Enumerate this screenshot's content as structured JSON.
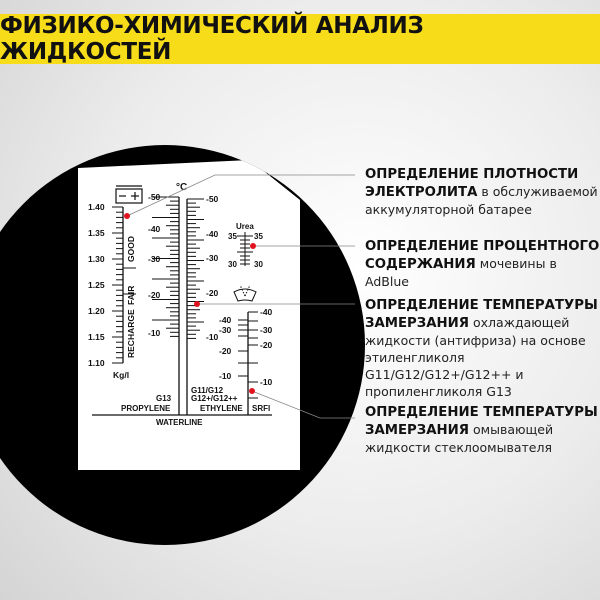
{
  "title": "ФИЗИКО-ХИМИЧЕСКИЙ АНАЛИЗ ЖИДКОСТЕЙ",
  "colors": {
    "banner": "#f7dc1a",
    "marker": "#e0141e",
    "ring": "#000000"
  },
  "scales": {
    "battery": {
      "labels": [
        "1.40",
        "1.35",
        "1.30",
        "1.25",
        "1.20",
        "1.15",
        "1.10"
      ],
      "unit": "Kg/l",
      "zones": [
        "GOOD",
        "FAIR",
        "RECHARGE"
      ],
      "icon": "battery-icon"
    },
    "celsius": "°C",
    "propylene": {
      "labels": [
        "-50",
        "-40",
        "-30",
        "-20",
        "-10"
      ],
      "name": "G13",
      "name2": "PROPYLENE"
    },
    "ethylene": {
      "labels": [
        "-50",
        "-40",
        "-30",
        "-20",
        "-10"
      ],
      "name": "G11/G12",
      "name2": "G12+/G12++",
      "name3": "ETHYLENE"
    },
    "urea": {
      "title": "Urea",
      "left": [
        "35",
        "30"
      ],
      "right": [
        "35",
        "30"
      ]
    },
    "srfi": {
      "left": [
        "-40",
        "-30",
        "-20",
        "-10"
      ],
      "right": [
        "-40",
        "-30",
        "-20",
        "-10"
      ],
      "name": "SRFI",
      "icon": "windshield-icon"
    },
    "waterline": "WATERLINE"
  },
  "descriptions": [
    {
      "bold": "ОПРЕДЕЛЕНИЕ ПЛОТНОСТИ ЭЛЕКТРОЛИТА",
      "text": "в обслуживаемой аккумуляторной батарее"
    },
    {
      "bold": "ОПРЕДЕЛЕНИЕ ПРОЦЕНТНОГО СОДЕРЖАНИЯ",
      "text": "мочевины в AdBlue"
    },
    {
      "bold": "ОПРЕДЕЛЕНИЕ ТЕМПЕРАТУРЫ ЗАМЕРЗАНИЯ",
      "text": "охлаждающей жидкости (антифриза) на основе этиленгликоля G11/G12/G12+/G12++ и пропиленгликоля G13"
    },
    {
      "bold": "ОПРЕДЕЛЕНИЕ ТЕМПЕРАТУРЫ ЗАМЕРЗАНИЯ",
      "text": "омывающей жидкости стеклоомывателя"
    }
  ]
}
